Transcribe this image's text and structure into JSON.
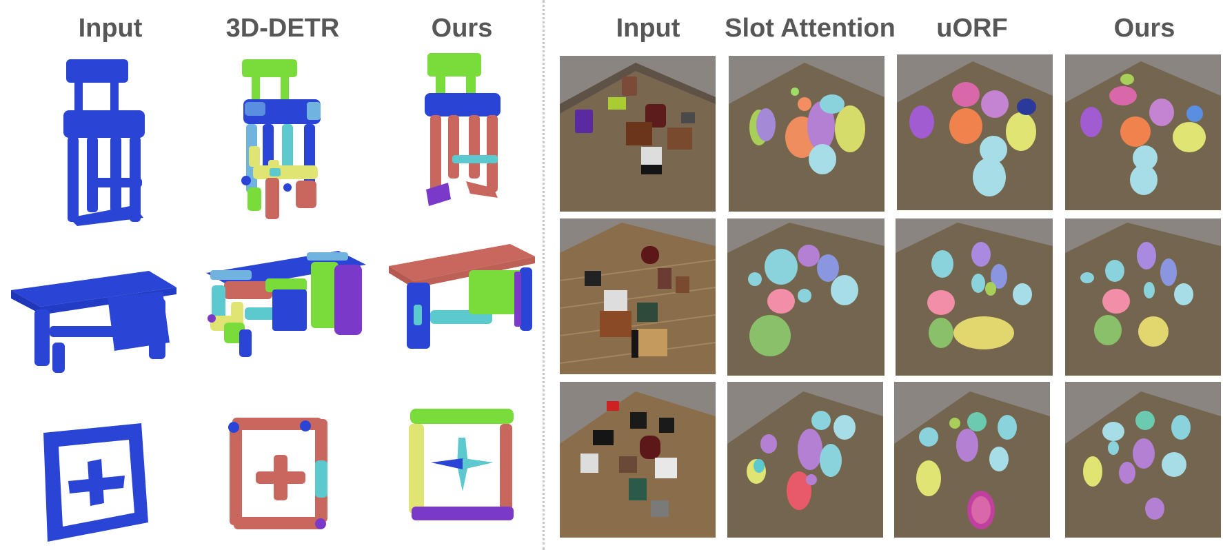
{
  "left_panel": {
    "column_headers": [
      "Input",
      "3D-DETR",
      "Ours"
    ],
    "rows": [
      "chair",
      "desk",
      "frame"
    ]
  },
  "right_panel": {
    "column_headers": [
      "Input",
      "Slot Attention",
      "uORF",
      "Ours"
    ],
    "rows": [
      "scene-1",
      "scene-2",
      "scene-3"
    ]
  },
  "colors": {
    "input_blue": "#2a45d6",
    "green": "#79dc3a",
    "salmon": "#c8675d",
    "cyan": "#5cc9cf",
    "purple": "#7a39c9",
    "yellow": "#dfe472",
    "floor": "#7a6750",
    "wall": "#8a8580"
  }
}
